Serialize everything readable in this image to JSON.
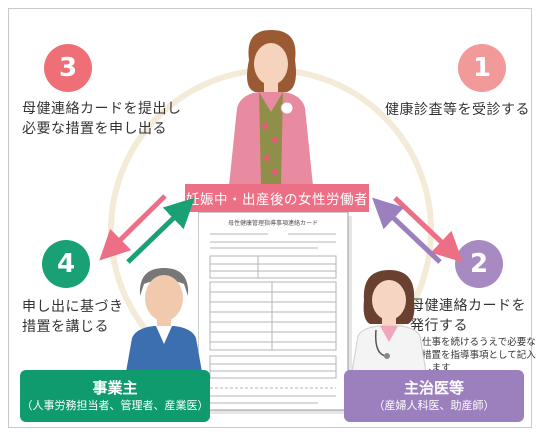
{
  "steps": [
    {
      "num": "1",
      "color": "#f29a99",
      "text": [
        "健康診査等を受診する"
      ]
    },
    {
      "num": "2",
      "color": "#a88ac2",
      "text": [
        "母健連絡カードを",
        "発行する"
      ],
      "note": [
        "仕事を続けるうえで必要な",
        "措置を指導事項として記入",
        "します"
      ]
    },
    {
      "num": "3",
      "color": "#ef6f77",
      "text": [
        "母健連絡カードを提出し",
        "必要な措置を申し出る"
      ]
    },
    {
      "num": "4",
      "color": "#1aa075",
      "text": [
        "申し出に基づき",
        "措置を講じる"
      ]
    }
  ],
  "center_label": "妊娠中・出産後の女性労働者",
  "employer": {
    "title": "事業主",
    "sub": "（人事労務担当者、管理者、産業医）",
    "color": "#0f9b6e"
  },
  "doctor": {
    "title": "主治医等",
    "sub": "（産婦人科医、助産師）",
    "color": "#9b80bd"
  },
  "arrow_colors": {
    "pink": "#ec6f86",
    "purple": "#9b80bd",
    "green": "#1aa075"
  },
  "document_heading": "母性健康管理指導事項連絡カード"
}
